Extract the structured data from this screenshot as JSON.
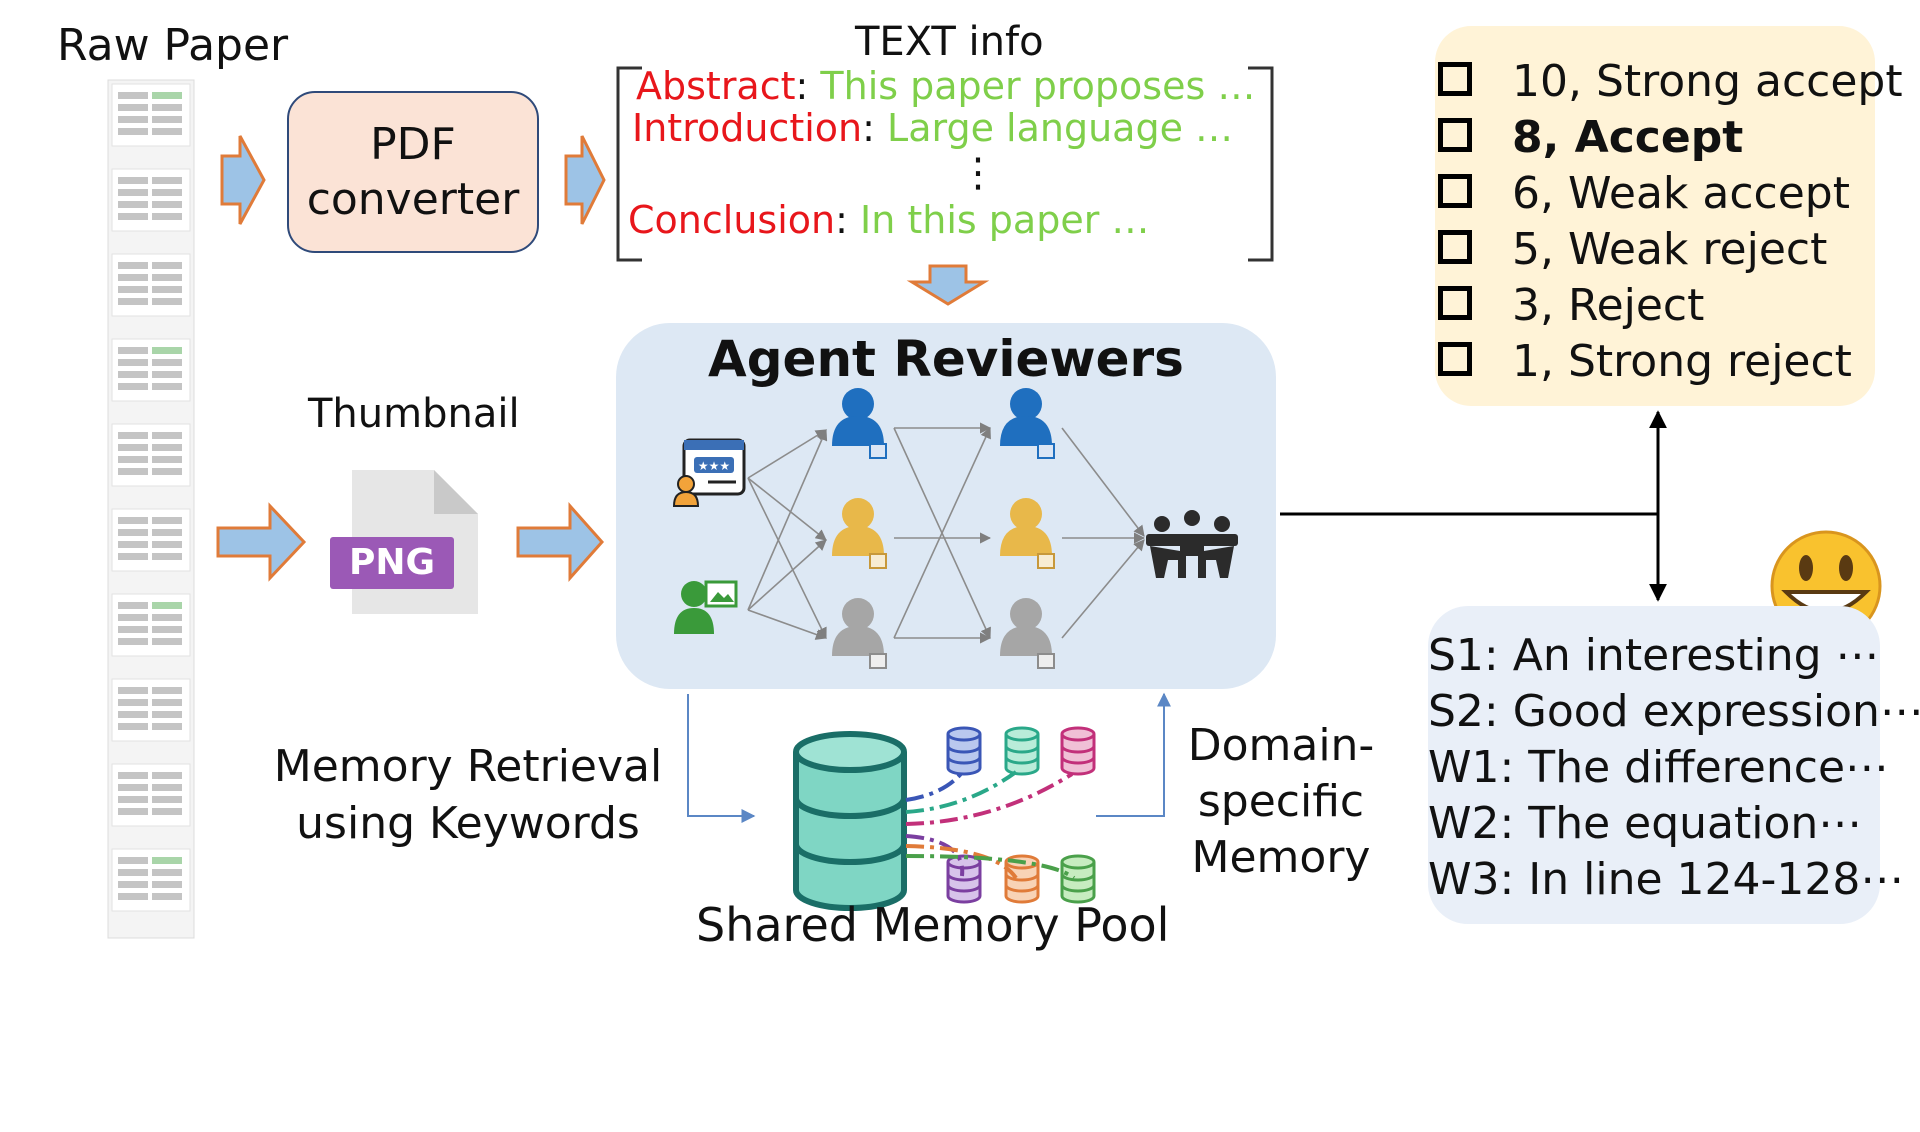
{
  "raw_paper": {
    "title": "Raw Paper"
  },
  "pdf_converter": {
    "line1": "PDF",
    "line2": "converter"
  },
  "text_info": {
    "title": "TEXT info",
    "lines": [
      {
        "section": "Abstract",
        "sep": ":",
        "text": "This paper proposes …"
      },
      {
        "section": "Introduction",
        "sep": ":",
        "text": "Large language …"
      },
      {
        "section": "Conclusion",
        "sep": ":",
        "text": "In this paper …"
      }
    ],
    "ellipsis": "⋮"
  },
  "thumbnail": {
    "title": "Thumbnail",
    "file_label": "PNG"
  },
  "agent_reviewers": {
    "title": "Agent Reviewers"
  },
  "memory_retrieval": {
    "label": "Memory Retrieval using Keywords"
  },
  "shared_memory_pool": {
    "title": "Shared Memory Pool"
  },
  "domain_memory": {
    "label": "Domain-specific Memory"
  },
  "scores": {
    "selected_index": 1,
    "items": [
      {
        "label": "10, Strong accept"
      },
      {
        "label": "8, Accept"
      },
      {
        "label": "6, Weak accept"
      },
      {
        "label": "5, Weak reject"
      },
      {
        "label": "3, Reject"
      },
      {
        "label": "1, Strong reject"
      }
    ]
  },
  "review_summary": {
    "lines": [
      "S1: An interesting ⋯",
      "S2: Good expression⋯",
      "W1: The difference⋯",
      "W2: The equation⋯",
      "W3: In line 124-128⋯"
    ]
  },
  "colors": {
    "arrow_fill": "#9dc3e6",
    "arrow_stroke": "#e07b39",
    "pdf_box_fill": "#fbe3d6",
    "agent_box_fill": "#dde8f4",
    "score_box_fill": "#fff3d7",
    "review_box_fill": "#e9eff8",
    "reviewer_blue": "#1f6fbf",
    "reviewer_gold": "#e8b84a",
    "reviewer_gray": "#a6a6a6",
    "db_teal": "#7fd6c4",
    "abstract_red": "#e8161b",
    "text_green": "#7fcf4a"
  }
}
